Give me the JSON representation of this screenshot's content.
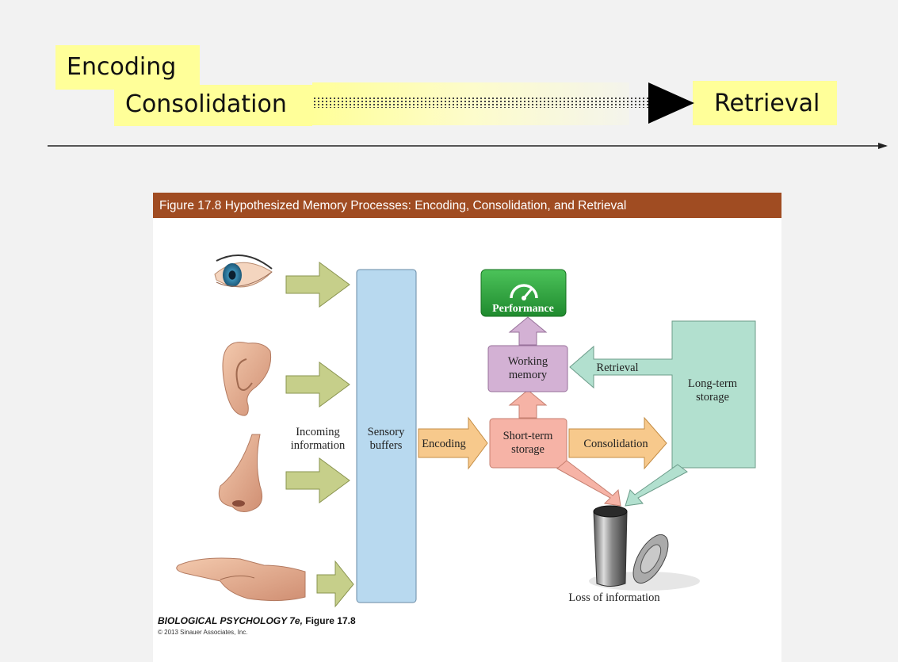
{
  "timeline": {
    "encoding_label": "Encoding",
    "consolidation_label": "Consolidation",
    "retrieval_label": "Retrieval"
  },
  "figure": {
    "header_title": "Figure 17.8  Hypothesized Memory Processes: Encoding, Consolidation, and Retrieval",
    "incoming_label": [
      "Incoming",
      "information"
    ],
    "sensory_label": [
      "Sensory",
      "buffers"
    ],
    "encoding_arrow_label": "Encoding",
    "short_term_label": [
      "Short-term",
      "storage"
    ],
    "consolidation_arrow_label": "Consolidation",
    "working_memory_label": [
      "Working",
      "memory"
    ],
    "retrieval_arrow_label": "Retrieval",
    "long_term_label": [
      "Long-term",
      "storage"
    ],
    "performance_label": "Performance",
    "loss_label": "Loss of information",
    "caption_title": "BIOLOGICAL PSYCHOLOGY 7e,",
    "caption_title_fig": " Figure 17.8",
    "caption_copyright": "© 2013 Sinauer Associates, Inc."
  },
  "colors": {
    "highlight": "#ffff99",
    "header": "#a04c22",
    "sensory": "#b8d9ef",
    "short_term": "#f6b3a6",
    "working_memory": "#d3b1d4",
    "long_term": "#b2e0cf",
    "encoding_arrow": "#f7c98c",
    "input_arrow": "#c6cf8a",
    "performance": "#28a039"
  },
  "icons": [
    "eye-icon",
    "ear-icon",
    "nose-icon",
    "pointing-hand-icon",
    "speedometer-icon",
    "trash-can-icon"
  ]
}
